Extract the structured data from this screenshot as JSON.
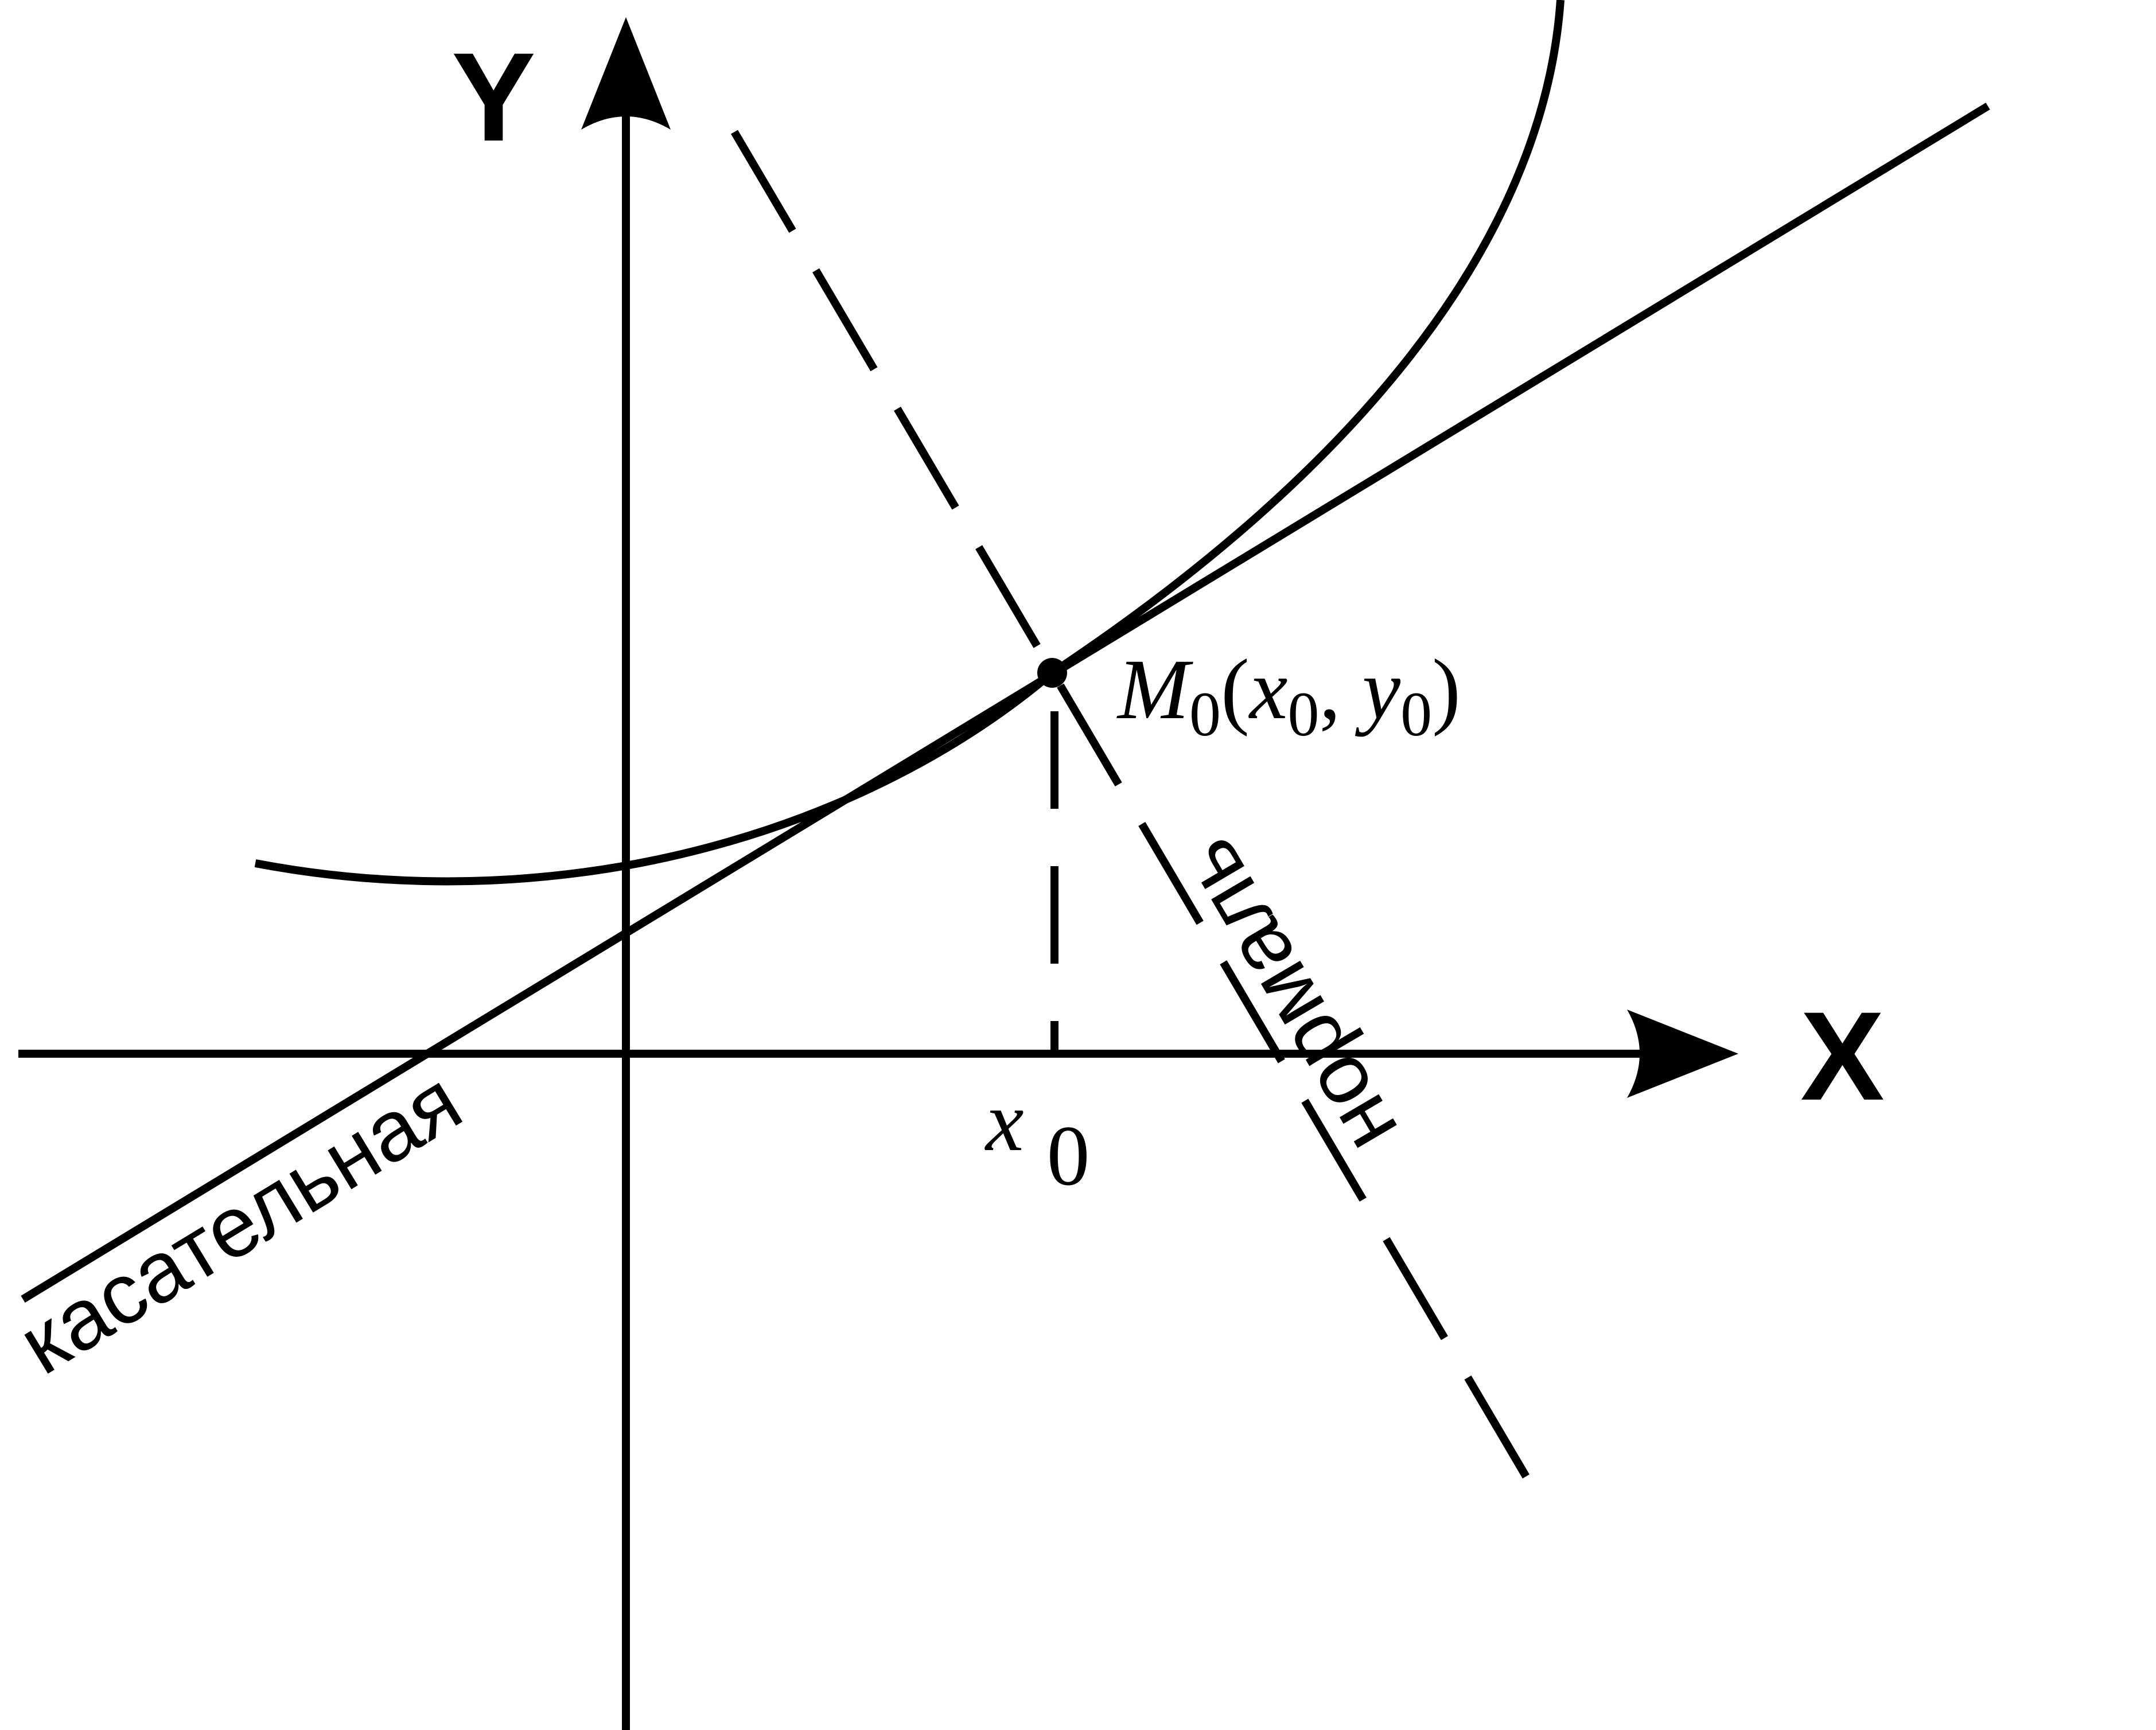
{
  "axes": {
    "x_label": "X",
    "y_label": "Y"
  },
  "point": {
    "name": "M",
    "name_subscript": "0",
    "open_paren": "(",
    "x_symbol": "x",
    "x_subscript": "0",
    "separator": ", ",
    "y_symbol": "y",
    "y_subscript": "0",
    "close_paren": ")"
  },
  "x0_mark": {
    "symbol": "x",
    "subscript": "0"
  },
  "lines": {
    "tangent_label": "касательная",
    "normal_label": "нормаль"
  },
  "colors": {
    "ink": "#000000",
    "background": "#ffffff"
  }
}
